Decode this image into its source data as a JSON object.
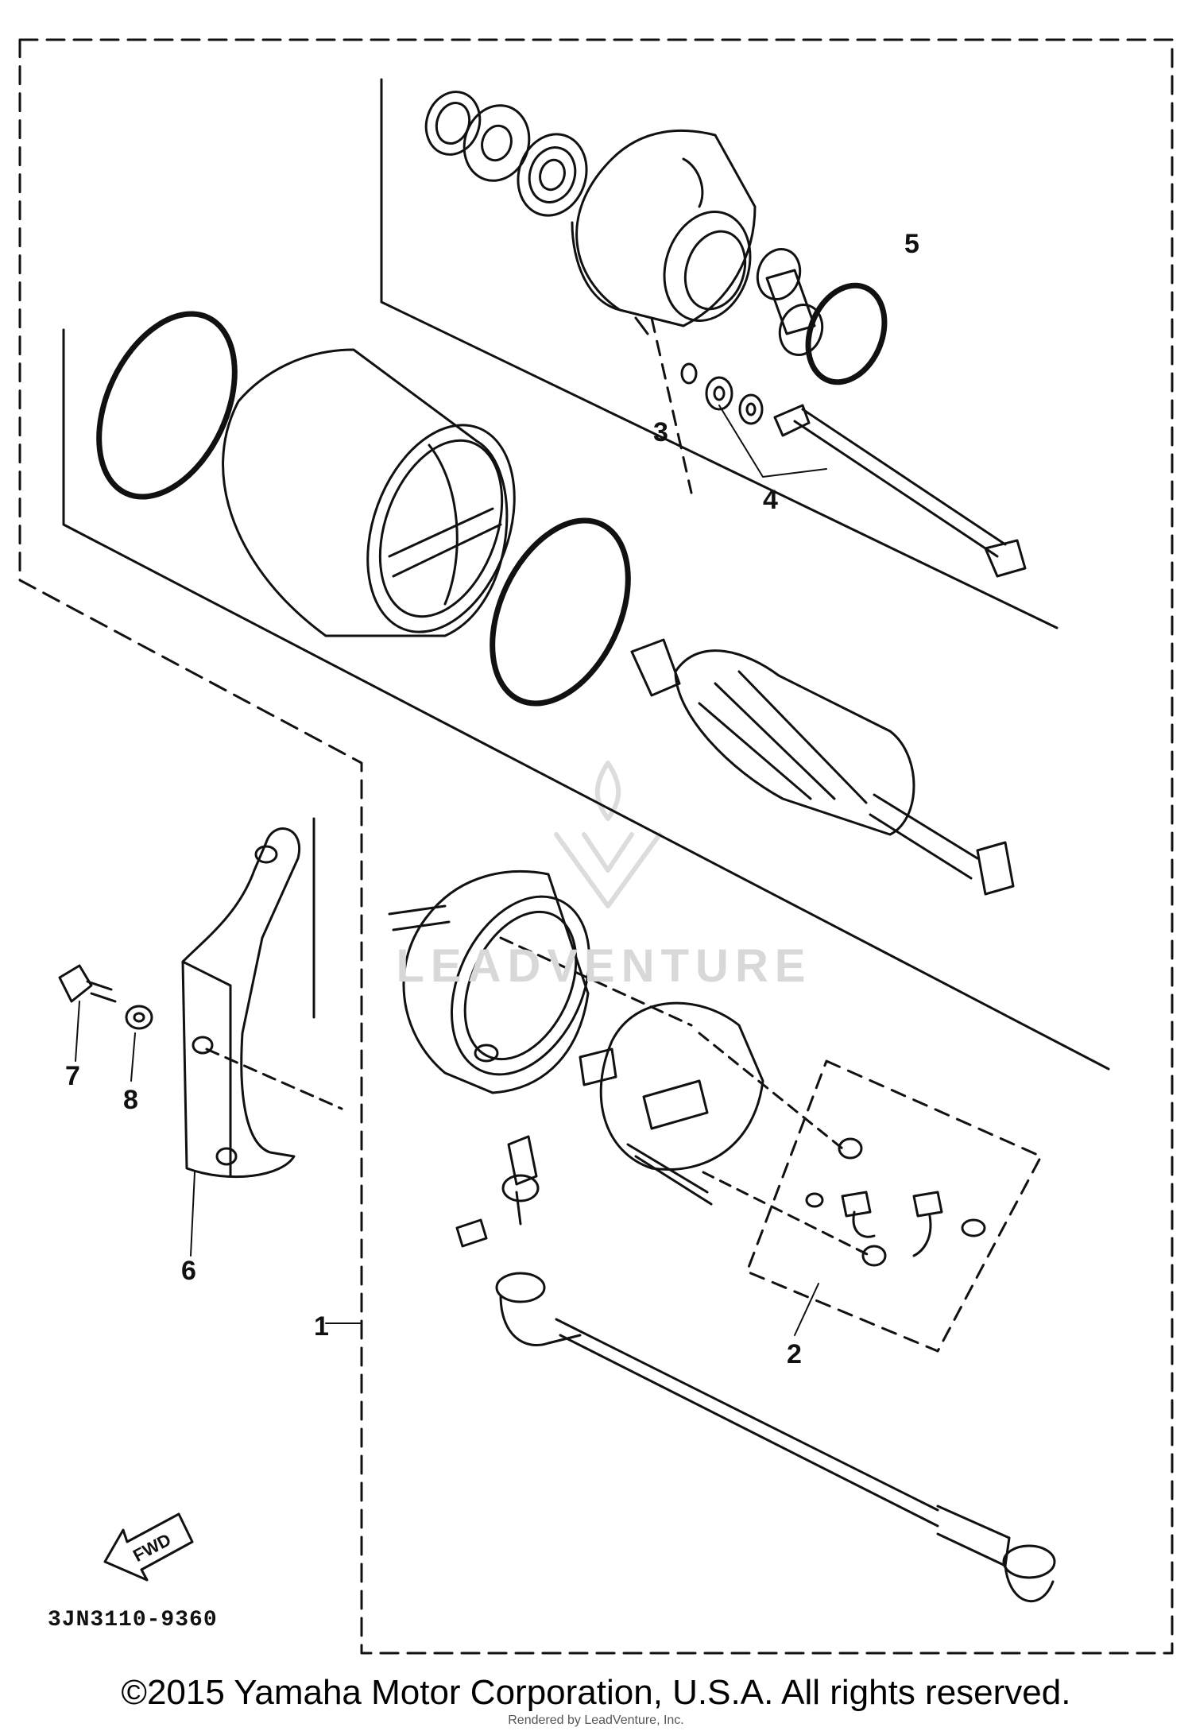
{
  "diagram": {
    "part_labels": [
      "1",
      "2",
      "3",
      "4",
      "5",
      "6",
      "7",
      "8"
    ],
    "diagram_code": "3JN3110-9360",
    "fwd_label": "FWD",
    "watermark": "LEADVENTURE"
  },
  "footer": {
    "copyright": "©2015 Yamaha Motor Corporation, U.S.A. All rights reserved.",
    "rendered_by": "Rendered by LeadVenture, Inc."
  }
}
